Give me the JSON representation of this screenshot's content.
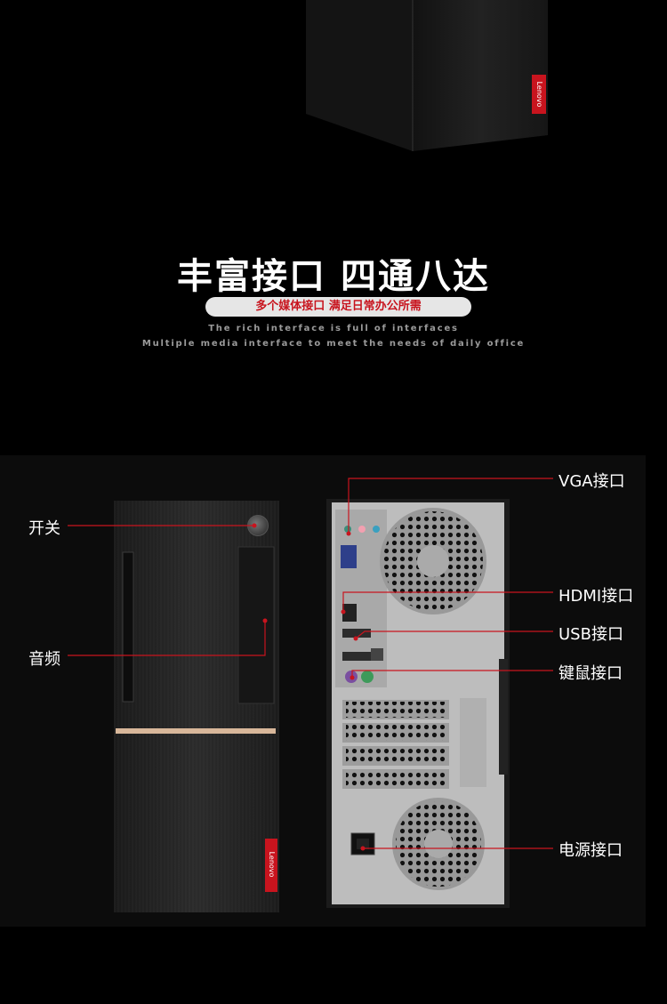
{
  "brand": "Lenovo",
  "headline": "丰富接口  四通八达",
  "subtitle": "多个媒体接口  满足日常办公所需",
  "en_line_1": "The rich interface is full of interfaces",
  "en_line_2": "Multiple media interface to meet the needs of daily office",
  "front_callouts": {
    "power": "开关",
    "audio": "音频"
  },
  "rear_callouts": {
    "vga": "VGA接口",
    "hdmi": "HDMI接口",
    "usb": "USB接口",
    "ps2": "键鼠接口",
    "power_supply": "电源接口"
  },
  "colors": {
    "accent_red": "#c8141e",
    "pill_bg": "#e6e6e6",
    "background": "#000000"
  }
}
